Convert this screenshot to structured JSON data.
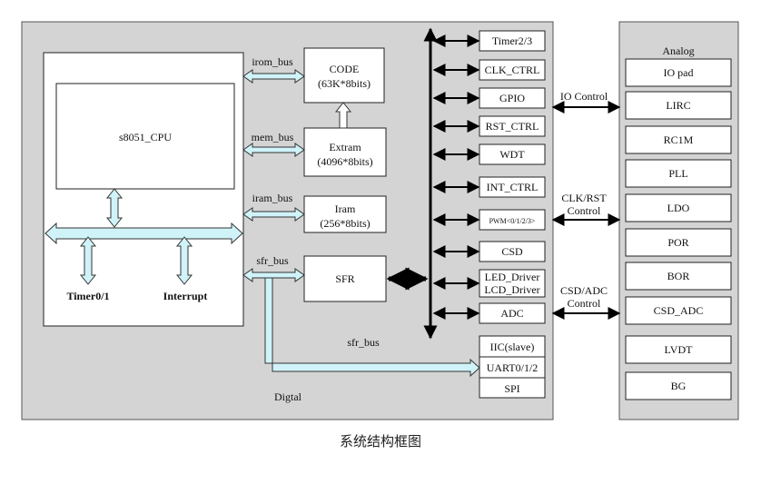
{
  "caption": "系统结构框图",
  "digital_panel": {
    "label": "Digtal"
  },
  "analog_panel": {
    "title": "Analog",
    "blocks": [
      "IO pad",
      "LIRC",
      "RC1M",
      "PLL",
      "LDO",
      "POR",
      "BOR",
      "CSD_ADC",
      "LVDT",
      "BG"
    ]
  },
  "cpu": {
    "title": "s8051_CPU",
    "timer": "Timer0/1",
    "interrupt": "Interrupt"
  },
  "memories": [
    {
      "bus": "irom_bus",
      "line1": "CODE",
      "line2": "(63K*8bits)"
    },
    {
      "bus": "mem_bus",
      "line1": "Extram",
      "line2": "(4096*8bits)"
    },
    {
      "bus": "iram_bus",
      "line1": "Iram",
      "line2": "(256*8bits)"
    }
  ],
  "sfr": {
    "bus": "sfr_bus",
    "label": "SFR",
    "bus2": "sfr_bus"
  },
  "peripherals": [
    "Timer2/3",
    "CLK_CTRL",
    "GPIO",
    "RST_CTRL",
    "WDT",
    "INT_CTRL",
    "PWM<0/1/2/3>",
    "CSD",
    "LED_Driver",
    "LCD_Driver",
    "ADC"
  ],
  "serial": [
    "IIC(slave)",
    "UART0/1/2",
    "SPI"
  ],
  "links": {
    "io": "IO Control",
    "clk1": "CLK/RST",
    "clk2": "Control",
    "adc1": "CSD/ADC",
    "adc2": "Control"
  }
}
